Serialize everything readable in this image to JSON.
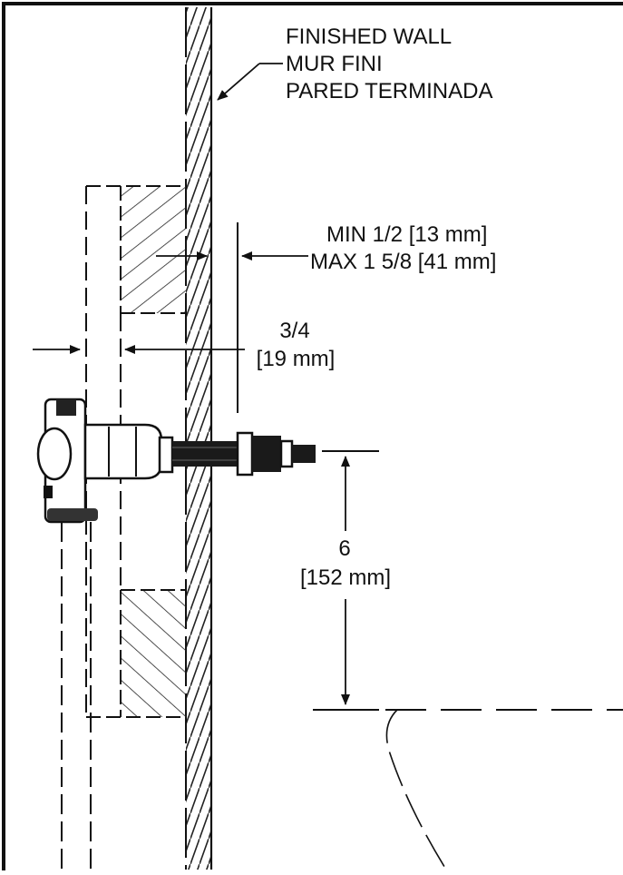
{
  "wall_label": {
    "line1": "FINISHED WALL",
    "line2": "MUR FINI",
    "line3": "PARED TERMINADA"
  },
  "dim_wall_clearance": {
    "line1": "MIN 1/2 [13 mm]",
    "line2": "MAX 1 5/8 [41 mm]"
  },
  "dim_valve_offset": {
    "line1": "3/4",
    "line2": "[19 mm]"
  },
  "dim_spud_height": {
    "line1": "6",
    "line2": "[152 mm]"
  }
}
